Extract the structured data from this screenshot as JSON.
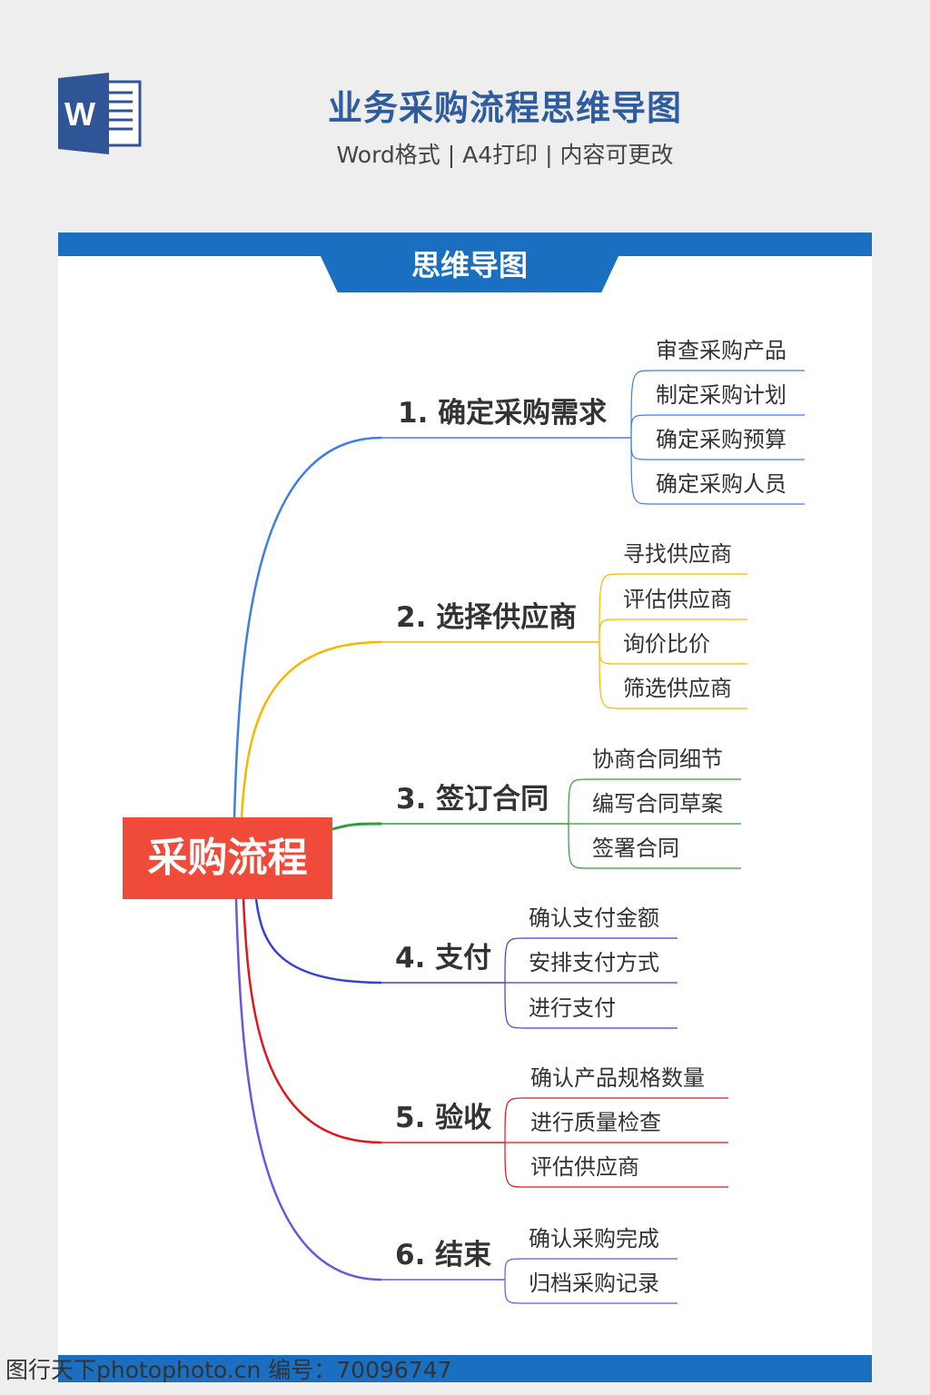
{
  "header": {
    "title": "业务采购流程思维导图",
    "subtitle": "Word格式 | A4打印 | 内容可更改",
    "icon": "word-document-icon",
    "icon_letter": "W"
  },
  "banner": {
    "label": "思维导图"
  },
  "mindmap": {
    "root": {
      "label": "采购流程",
      "color": "#f04a3a"
    },
    "branches": [
      {
        "label": "1. 确定采购需求",
        "color": "#3d7ee6",
        "children": [
          "审查采购产品",
          "制定采购计划",
          "确定采购预算",
          "确定采购人员"
        ]
      },
      {
        "label": "2. 选择供应商",
        "color": "#f5b800",
        "children": [
          "寻找供应商",
          "评估供应商",
          "询价比价",
          "筛选供应商"
        ]
      },
      {
        "label": "3. 签订合同",
        "color": "#2e9e3a",
        "children": [
          "协商合同细节",
          "编写合同草案",
          "签署合同"
        ]
      },
      {
        "label": "4. 支付",
        "color": "#3640d6",
        "children": [
          "确认支付金额",
          "安排支付方式",
          "进行支付"
        ]
      },
      {
        "label": "5. 验收",
        "color": "#e0161c",
        "children": [
          "确认产品规格数量",
          "进行质量检查",
          "评估供应商"
        ]
      },
      {
        "label": "6. 结束",
        "color": "#6a55e0",
        "children": [
          "确认采购完成",
          "归档采购记录"
        ]
      }
    ]
  },
  "footer": {
    "watermark": "图行天下photophoto.cn  编号：70096747"
  }
}
